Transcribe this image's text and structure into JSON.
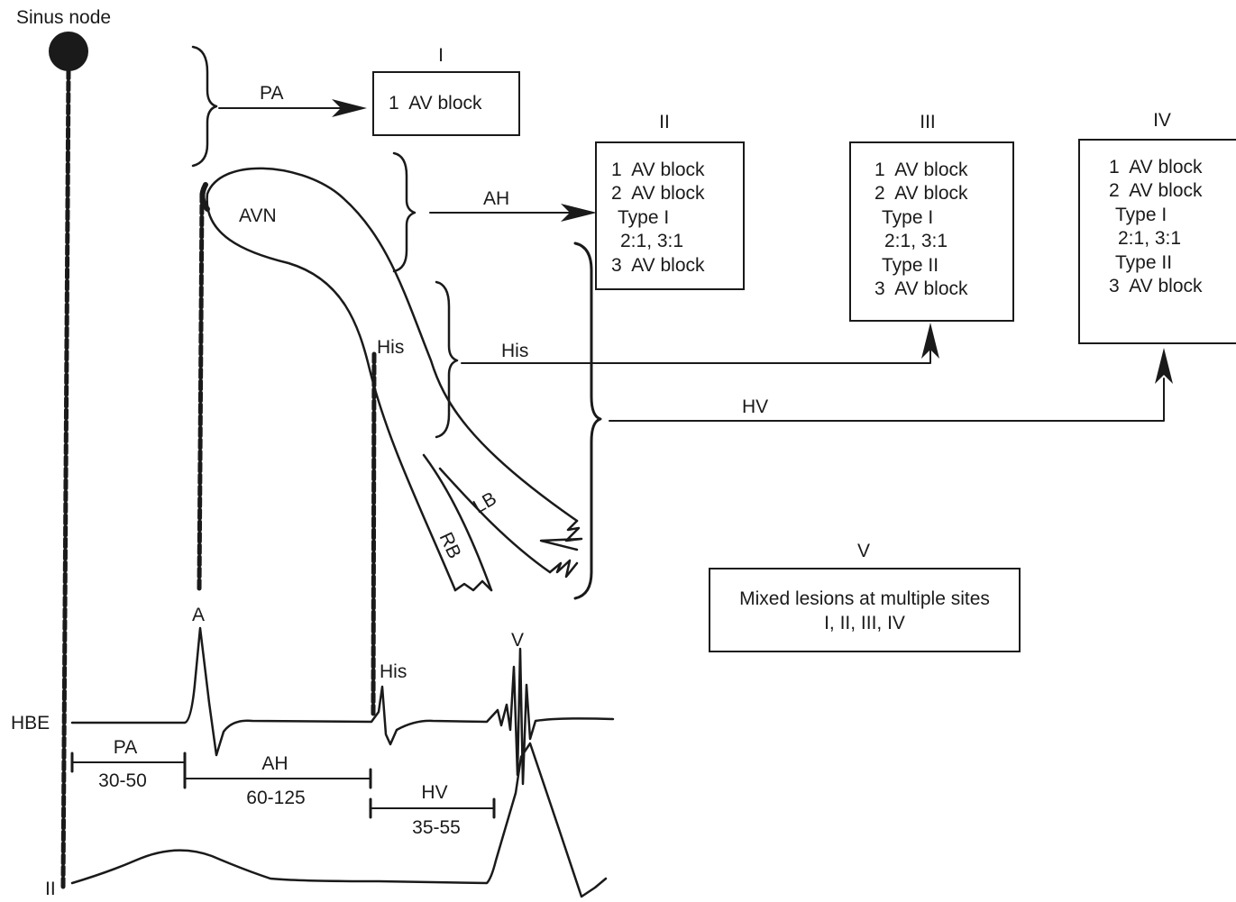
{
  "labels": {
    "sinus_node": "Sinus node",
    "avn": "AVN",
    "his_bundle": "His",
    "lb": "LB",
    "rb": "RB",
    "hbe": "HBE",
    "lead_ii": "II",
    "wave_a": "A",
    "wave_his": "His",
    "wave_v": "V"
  },
  "arrows": {
    "pa": "PA",
    "ah": "AH",
    "his": "His",
    "hv": "HV"
  },
  "boxes": [
    {
      "numeral": "I",
      "lines": [
        "1  AV block"
      ]
    },
    {
      "numeral": "II",
      "lines": [
        "1  AV block",
        "2  AV block",
        "Type I",
        "2:1, 3:1",
        "3  AV block"
      ]
    },
    {
      "numeral": "III",
      "lines": [
        "1  AV block",
        "2  AV block",
        "Type I",
        "2:1, 3:1",
        "Type II",
        "3  AV block"
      ]
    },
    {
      "numeral": "IV",
      "lines": [
        "1  AV block",
        "2  AV block",
        "Type I",
        "2:1, 3:1",
        "Type II",
        "3  AV block"
      ]
    },
    {
      "numeral": "V",
      "lines": [
        "Mixed lesions at multiple sites",
        "I, II, III, IV"
      ]
    }
  ],
  "intervals": [
    {
      "name": "PA",
      "range": "30-50"
    },
    {
      "name": "AH",
      "range": "60-125"
    },
    {
      "name": "HV",
      "range": "35-55"
    }
  ]
}
